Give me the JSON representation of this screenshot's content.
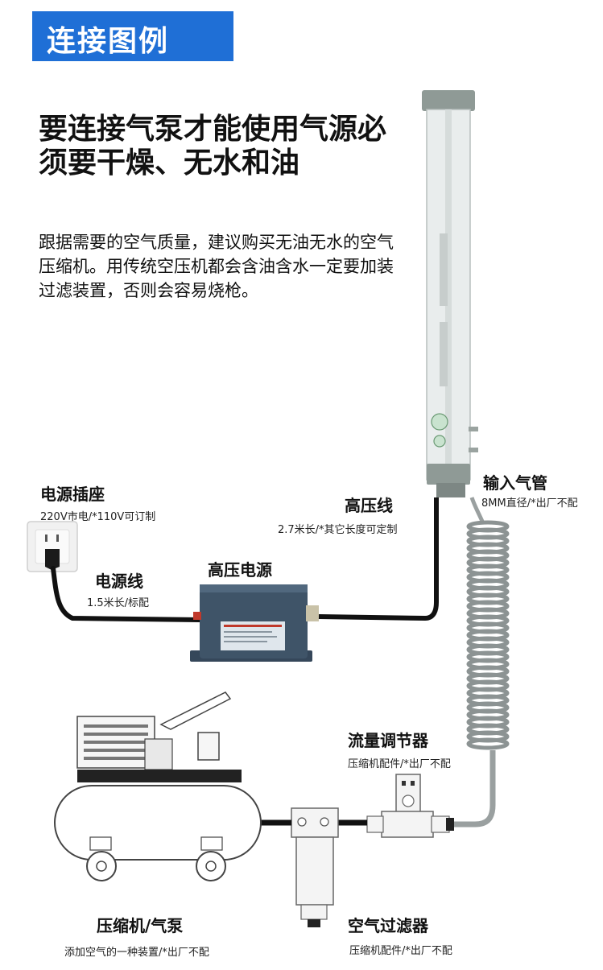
{
  "header": {
    "title": "连接图例"
  },
  "intro": {
    "headline": "要连接气泵才能使用气源必须要干燥、无水和油",
    "body": "跟据需要的空气质量，建议购买无油无水的空气压缩机。用传统空压机都会含油含水一定要加装过滤装置，否则会容易烧枪。"
  },
  "labels": {
    "power_socket": {
      "title": "电源插座",
      "sub": "220V市电/*110V可订制"
    },
    "power_cord": {
      "title": "电源线",
      "sub": "1.5米长/标配"
    },
    "hv_supply": {
      "title": "高压电源"
    },
    "hv_cable": {
      "title": "高压线",
      "sub": "2.7米长/*其它长度可定制"
    },
    "air_inlet": {
      "title": "输入气管",
      "sub": "8MM直径/*出厂不配"
    },
    "flow_regulator": {
      "title": "流量调节器",
      "sub": "压缩机配件/*出厂不配"
    },
    "compressor": {
      "title": "压缩机/气泵",
      "sub": "添加空气的一种装置/*出厂不配"
    },
    "air_filter": {
      "title": "空气过滤器",
      "sub": "压缩机配件/*出厂不配"
    }
  },
  "colors": {
    "header_blue": "#1f6fd6",
    "cable": "#111111",
    "device_blue": "#3f5468",
    "bar_body": "#e8ecec",
    "bar_cap": "#8f9a96"
  }
}
